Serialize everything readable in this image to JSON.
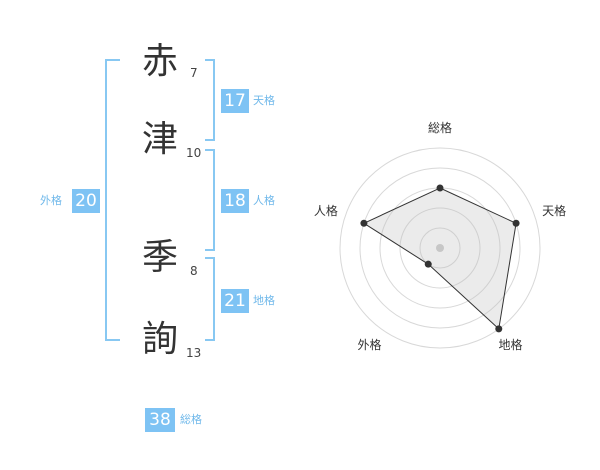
{
  "name": {
    "chars": [
      {
        "kanji": "赤",
        "strokes": "7"
      },
      {
        "kanji": "津",
        "strokes": "10"
      },
      {
        "kanji": "季",
        "strokes": "8"
      },
      {
        "kanji": "詢",
        "strokes": "13"
      }
    ]
  },
  "fortune": {
    "tenkaku": {
      "value": "17",
      "label": "天格"
    },
    "jinkaku": {
      "value": "18",
      "label": "人格"
    },
    "chikaku": {
      "value": "21",
      "label": "地格"
    },
    "gaikaku": {
      "value": "20",
      "label": "外格"
    },
    "soukaku": {
      "value": "38",
      "label": "総格"
    }
  },
  "colors": {
    "accent": "#7ec3f4",
    "label": "#6fb8ea",
    "bracket": "#88c8f2",
    "text": "#333333"
  },
  "chart_data": {
    "type": "radar",
    "axes": [
      "総格",
      "天格",
      "地格",
      "外格",
      "人格"
    ],
    "values": [
      3,
      4,
      5,
      1,
      4
    ],
    "max": 5,
    "rings": 5,
    "grid": true
  }
}
